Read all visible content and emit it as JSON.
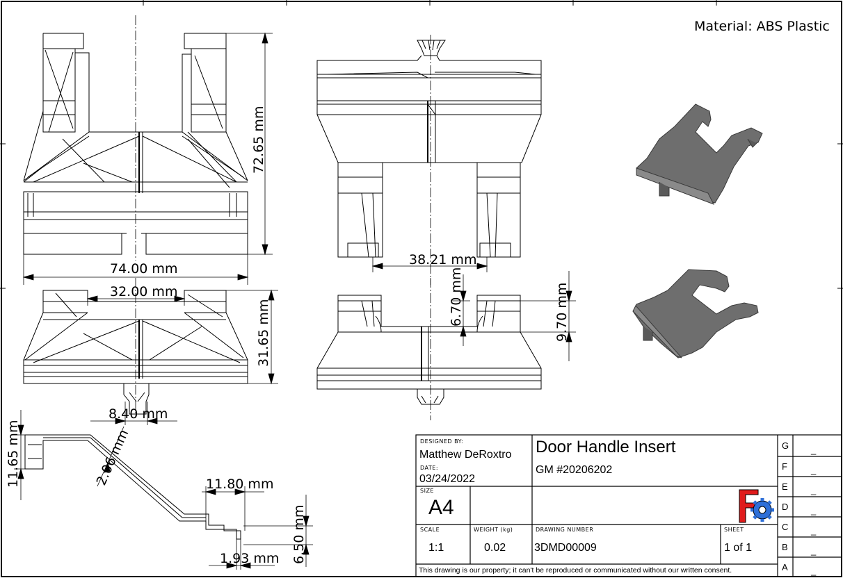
{
  "material": "Material: ABS Plastic",
  "dimensions": {
    "top_height": "72.65 mm",
    "top_width": "74.00 mm",
    "top_right_width": "38.21 mm",
    "mid_width": "32.00 mm",
    "mid_height": "31.65 mm",
    "mid_small_width": "8.40 mm",
    "mid_right_a": "6.70 mm",
    "mid_right_b": "9.70 mm",
    "side_height": "11.65 mm",
    "side_thickness": "2.06 mm",
    "side_step_width": "11.80 mm",
    "side_step_height": "6.50 mm",
    "side_lip": "1.93 mm"
  },
  "title_block": {
    "designed_by_label": "DESIGNED BY:",
    "designed_by": "Matthew DeRoxtro",
    "date_label": "DATE:",
    "date": "03/24/2022",
    "title": "Door Handle Insert",
    "subtitle": "GM #20206202",
    "size_label": "SIZE",
    "size": "A4",
    "scale_label": "SCALE",
    "scale": "1:1",
    "weight_label": "WEIGHT (kg)",
    "weight": "0.02",
    "drawing_number_label": "DRAWING NUMBER",
    "drawing_number": "3DMD00009",
    "sheet_label": "SHEET",
    "sheet": "1 of 1",
    "footer": "This drawing is our property; it can't be reproduced or communicated without our written consent.",
    "revisions": [
      {
        "letter": "G",
        "value": "_"
      },
      {
        "letter": "F",
        "value": "_"
      },
      {
        "letter": "E",
        "value": "_"
      },
      {
        "letter": "D",
        "value": "_"
      },
      {
        "letter": "C",
        "value": "_"
      },
      {
        "letter": "B",
        "value": "_"
      },
      {
        "letter": "A",
        "value": "_"
      }
    ]
  },
  "colors": {
    "logo_red": "#e01b1b",
    "logo_blue": "#2e6fd8",
    "render_gray": "#6e6e6e"
  }
}
